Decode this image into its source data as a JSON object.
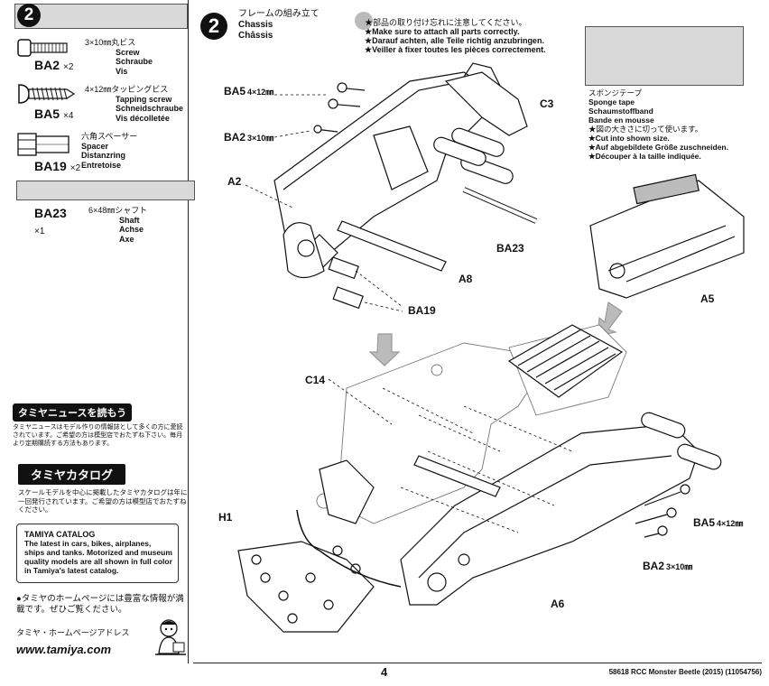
{
  "sidebar": {
    "step_number": "2",
    "parts": [
      {
        "code": "BA2",
        "qty": "×2",
        "jp": "3×10㎜丸ビス",
        "names": [
          "Screw",
          "Schraube",
          "Vis"
        ]
      },
      {
        "code": "BA5",
        "qty": "×4",
        "jp": "4×12㎜タッピングビス",
        "names": [
          "Tapping screw",
          "Schneidschraube",
          "Vis décolletée"
        ]
      },
      {
        "code": "BA19",
        "qty": "×2",
        "jp": "六角スペーサー",
        "names": [
          "Spacer",
          "Distanzring",
          "Entretoise"
        ]
      },
      {
        "code": "BA23",
        "qty": "×1",
        "jp": "6×48㎜シャフト",
        "names": [
          "Shaft",
          "Achse",
          "Axe"
        ]
      }
    ],
    "news_title": "タミヤニュースを読もう",
    "news_text": "タミヤニュースはモデル作りの情報誌として多くの方に愛読されています。ご希望の方は模型店でおたずね下さい。毎月より定期購読する方法もあります。",
    "catalog_title": "タミヤカタログ",
    "catalog_text": "スケールモデルを中心に掲載したタミヤカタログは年に一回発行されています。ご希望の方は模型店でおたずねください。",
    "catalog_box_title": "TAMIYA CATALOG",
    "catalog_box_text": "The latest in cars, bikes, airplanes, ships and tanks. Motorized and museum quality models are all shown in full color in Tamiya's latest catalog.",
    "home_text": "●タミヤのホームページには豊富な情報が満載です。ぜひご覧ください。",
    "home_addr_label": "タミヤ・ホームページアドレス",
    "url": "www.tamiya.com"
  },
  "main": {
    "step_number": "2",
    "title_jp": "フレームの組み立て",
    "title_en": "Chassis",
    "title_fr": "Châssis",
    "notes": [
      "★部品の取り付け忘れに注意してください。",
      "★Make sure to attach all parts correctly.",
      "★Darauf achten, alle Teile richtig anzubringen.",
      "★Veiller à fixer toutes les pièces correctement."
    ],
    "sponge": [
      "スポンジテープ",
      "Sponge tape",
      "Schaumstoffband",
      "Bande en mousse",
      "★図の大きさに切って使います。",
      "★Cut into shown size.",
      "★Auf abgebildete Größe zuschneiden.",
      "★Découper à la taille indiquée."
    ],
    "labels": {
      "ba5_top": "BA5",
      "ba5_top_size": "4×12㎜",
      "ba2_top": "BA2",
      "ba2_top_size": "3×10㎜",
      "c3": "C3",
      "a2": "A2",
      "a8": "A8",
      "ba19": "BA19",
      "ba23": "BA23",
      "a5": "A5",
      "c14": "C14",
      "h1": "H1",
      "ba5_bot": "BA5",
      "ba5_bot_size": "4×12㎜",
      "ba2_bot": "BA2",
      "ba2_bot_size": "3×10㎜",
      "a6": "A6"
    }
  },
  "footer": {
    "page": "4",
    "product": "58618 RCC Monster Beetle (2015) (11054756)"
  }
}
